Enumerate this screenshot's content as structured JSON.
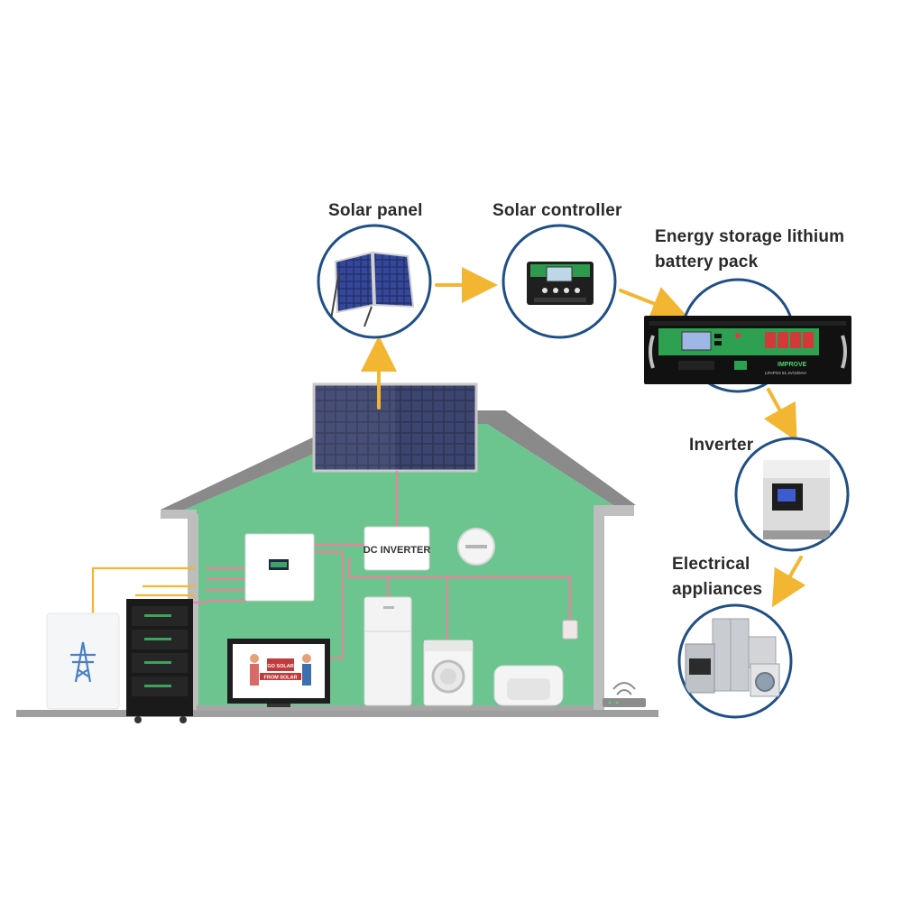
{
  "labels": {
    "solar_panel": "Solar panel",
    "solar_controller": "Solar controller",
    "battery_line1": "Energy storage lithium",
    "battery_line2": "battery pack",
    "inverter": "Inverter",
    "appliances_line1": "Electrical",
    "appliances_line2": "appliances"
  },
  "house": {
    "dc_inverter_label": "DC INVERTER",
    "tv_text_line1": "GO SOLAR",
    "tv_text_line2": "FROM SOLAR"
  },
  "battery_device": {
    "brand": "IMPROVE",
    "model": "LiFePO4 51.2V/100AH"
  },
  "colors": {
    "arrow": "#f2b632",
    "circle_border": "#1f4f86",
    "house_green": "#6cc48e",
    "wire_pink": "#e6849b",
    "wire_orange": "#f2b632"
  }
}
